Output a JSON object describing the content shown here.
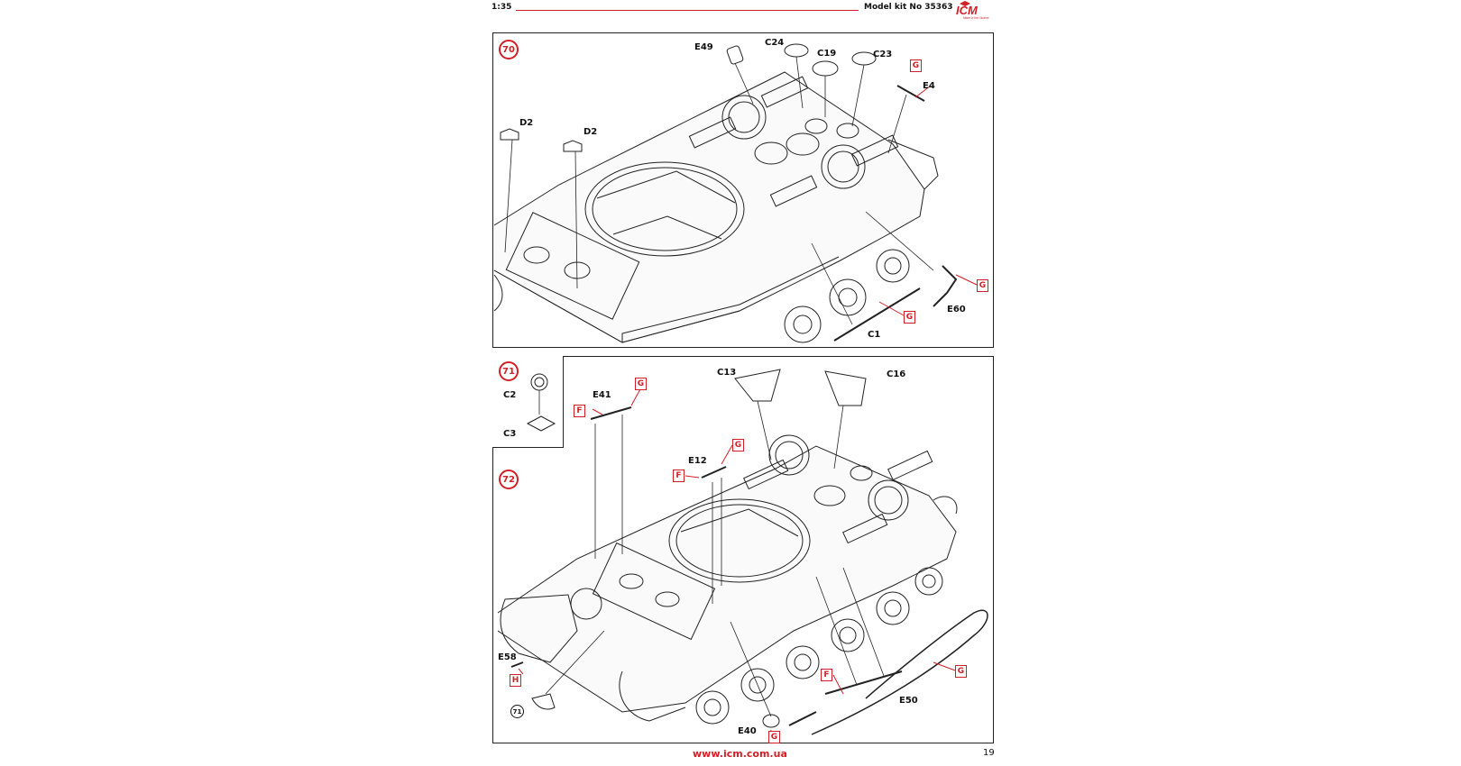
{
  "header": {
    "scale": "1:35",
    "kit_number": "Model kit No 35363",
    "logo_text": "ICM",
    "logo_tagline": "Made in the Ukraine",
    "accent_color": "#d21f26"
  },
  "steps": {
    "step70": {
      "number": "70",
      "parts": [
        "E49",
        "C24",
        "C19",
        "C23",
        "E4",
        "D2",
        "D2",
        "E60",
        "C1"
      ],
      "paint_tags": [
        "G",
        "G",
        "G"
      ]
    },
    "step71": {
      "number": "71",
      "parts": [
        "C2",
        "C3"
      ]
    },
    "step72": {
      "number": "72",
      "parts": [
        "E41",
        "C13",
        "C16",
        "E12",
        "E58",
        "E40",
        "E50"
      ],
      "paint_tags": [
        "F",
        "G",
        "G",
        "F",
        "H",
        "G",
        "F",
        "G"
      ],
      "sub_step_ref": "71"
    }
  },
  "footer": {
    "url": "www.icm.com.ua",
    "page_number": "19"
  }
}
